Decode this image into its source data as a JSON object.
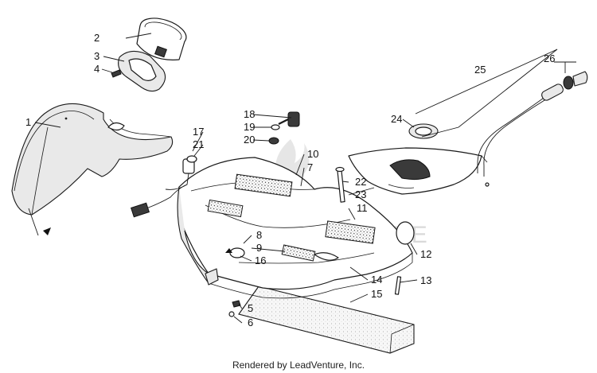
{
  "diagram": {
    "callouts": [
      "1",
      "2",
      "3",
      "4",
      "5",
      "6",
      "7",
      "8",
      "9",
      "10",
      "11",
      "12",
      "13",
      "14",
      "15",
      "16",
      "17",
      "18",
      "19",
      "20",
      "21",
      "22",
      "23",
      "24",
      "25",
      "26"
    ],
    "watermark": "LEADVENTURE",
    "footer": "Rendered by LeadVenture, Inc."
  }
}
